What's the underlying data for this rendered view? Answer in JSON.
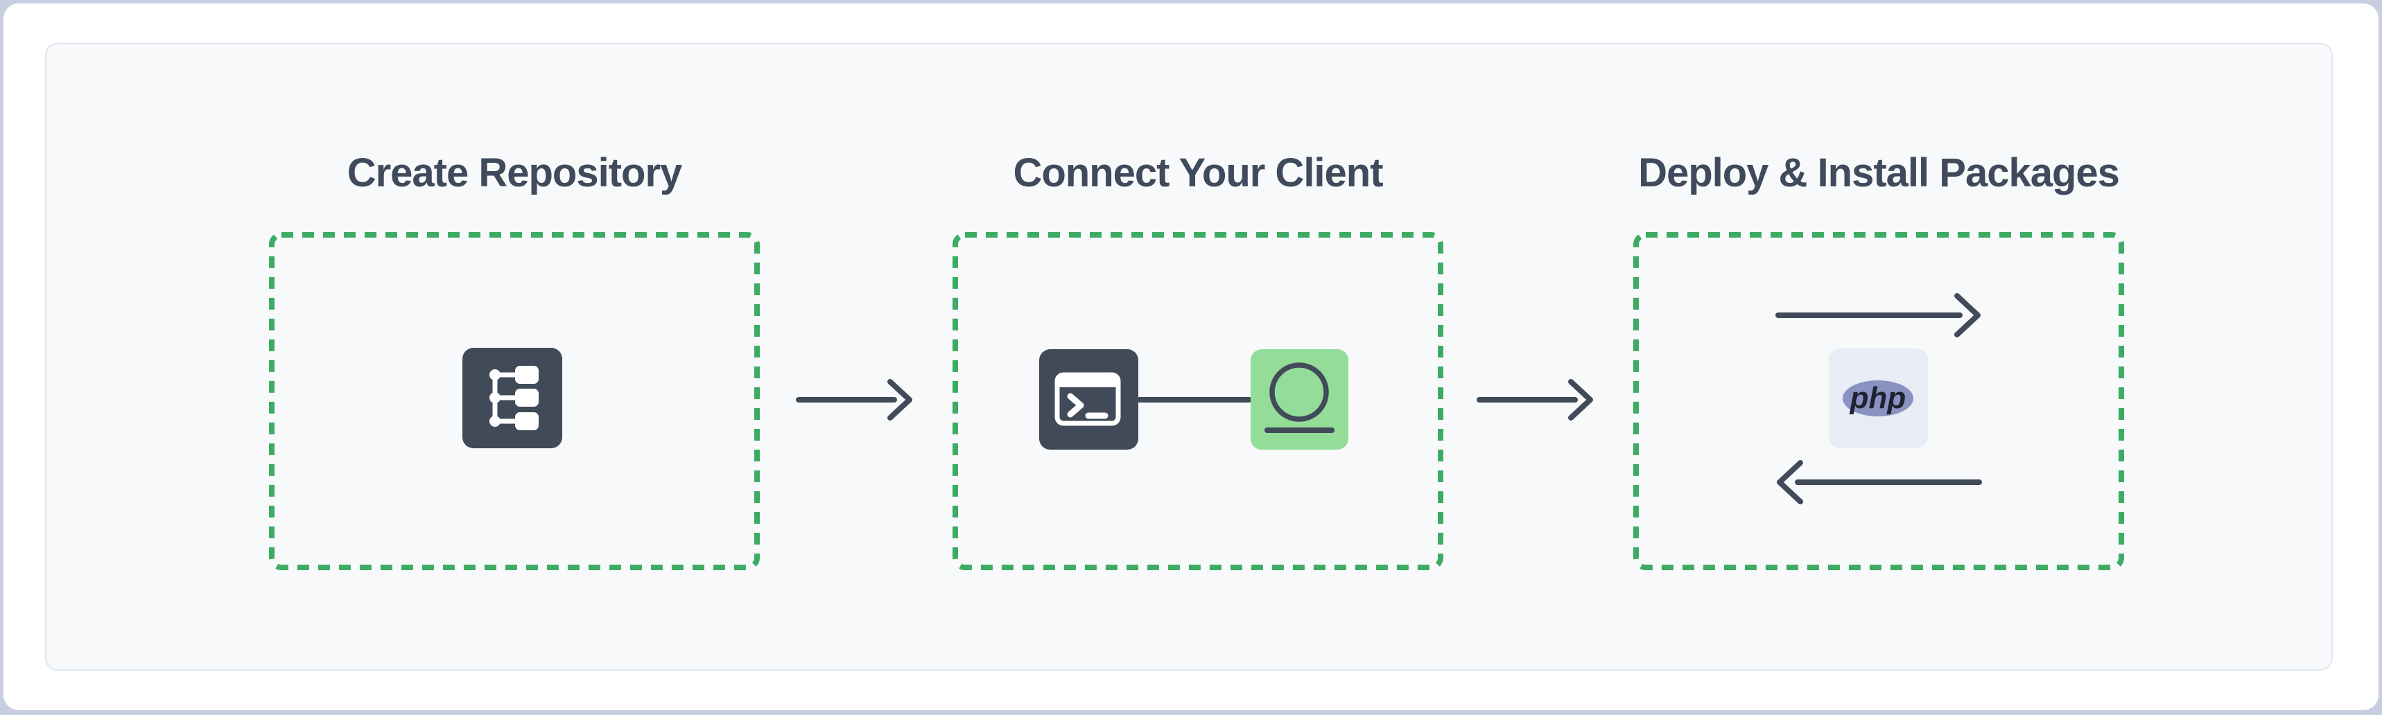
{
  "diagram": {
    "steps": [
      {
        "title": "Create Repository",
        "icon": "repository-tree-icon"
      },
      {
        "title": "Connect Your Client",
        "icons": [
          "terminal-icon",
          "client-icon"
        ]
      },
      {
        "title": "Deploy & Install Packages",
        "icon": "php-logo",
        "php_label": "php"
      }
    ]
  },
  "colors": {
    "page_background": "#c7cee0",
    "card_background": "#ffffff",
    "panel_background": "#f7f9fa",
    "panel_border": "#dfe6f1",
    "title_text": "#3f4a5c",
    "dashed_border_green": "#3dab63",
    "slate": "#404a59",
    "client_green": "#94dd98",
    "php_tile_background": "#e8ecf5",
    "php_purple": "#8a92c2",
    "php_text": "#1f2230"
  }
}
